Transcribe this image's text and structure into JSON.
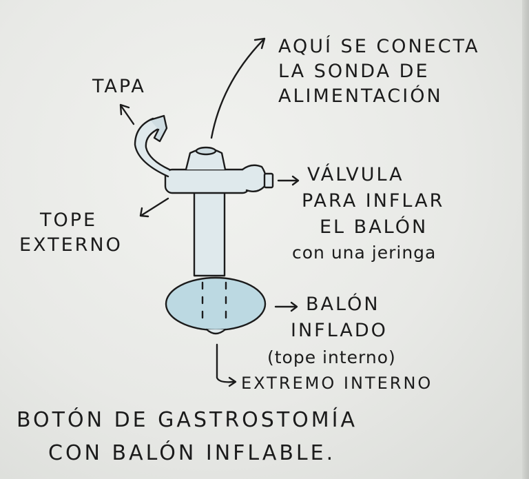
{
  "labels": {
    "conecta_1": "AQUÍ SE CONECTA",
    "conecta_2": "LA SONDA DE",
    "conecta_3": "ALIMENTACIÓN",
    "tapa": "TAPA",
    "valvula_1": "VÁLVULA",
    "valvula_2": "PARA INFLAR",
    "valvula_3": "EL BALÓN",
    "valvula_4": "con una jeringa",
    "tope_1": "TOPE",
    "tope_2": "EXTERNO",
    "balon_1": "BALÓN",
    "balon_2": "INFLADO",
    "balon_3": "(tope interno)",
    "extremo": "EXTREMO INTERNO"
  },
  "title": {
    "line1": "BOTÓN DE GASTROSTOMÍA",
    "line2": "CON BALÓN INFLABLE."
  },
  "colors": {
    "ink": "#1b1b1b",
    "device_fill": "#dfe9ec",
    "balloon_fill": "#bcd9e2",
    "paper": "#ecedea"
  }
}
